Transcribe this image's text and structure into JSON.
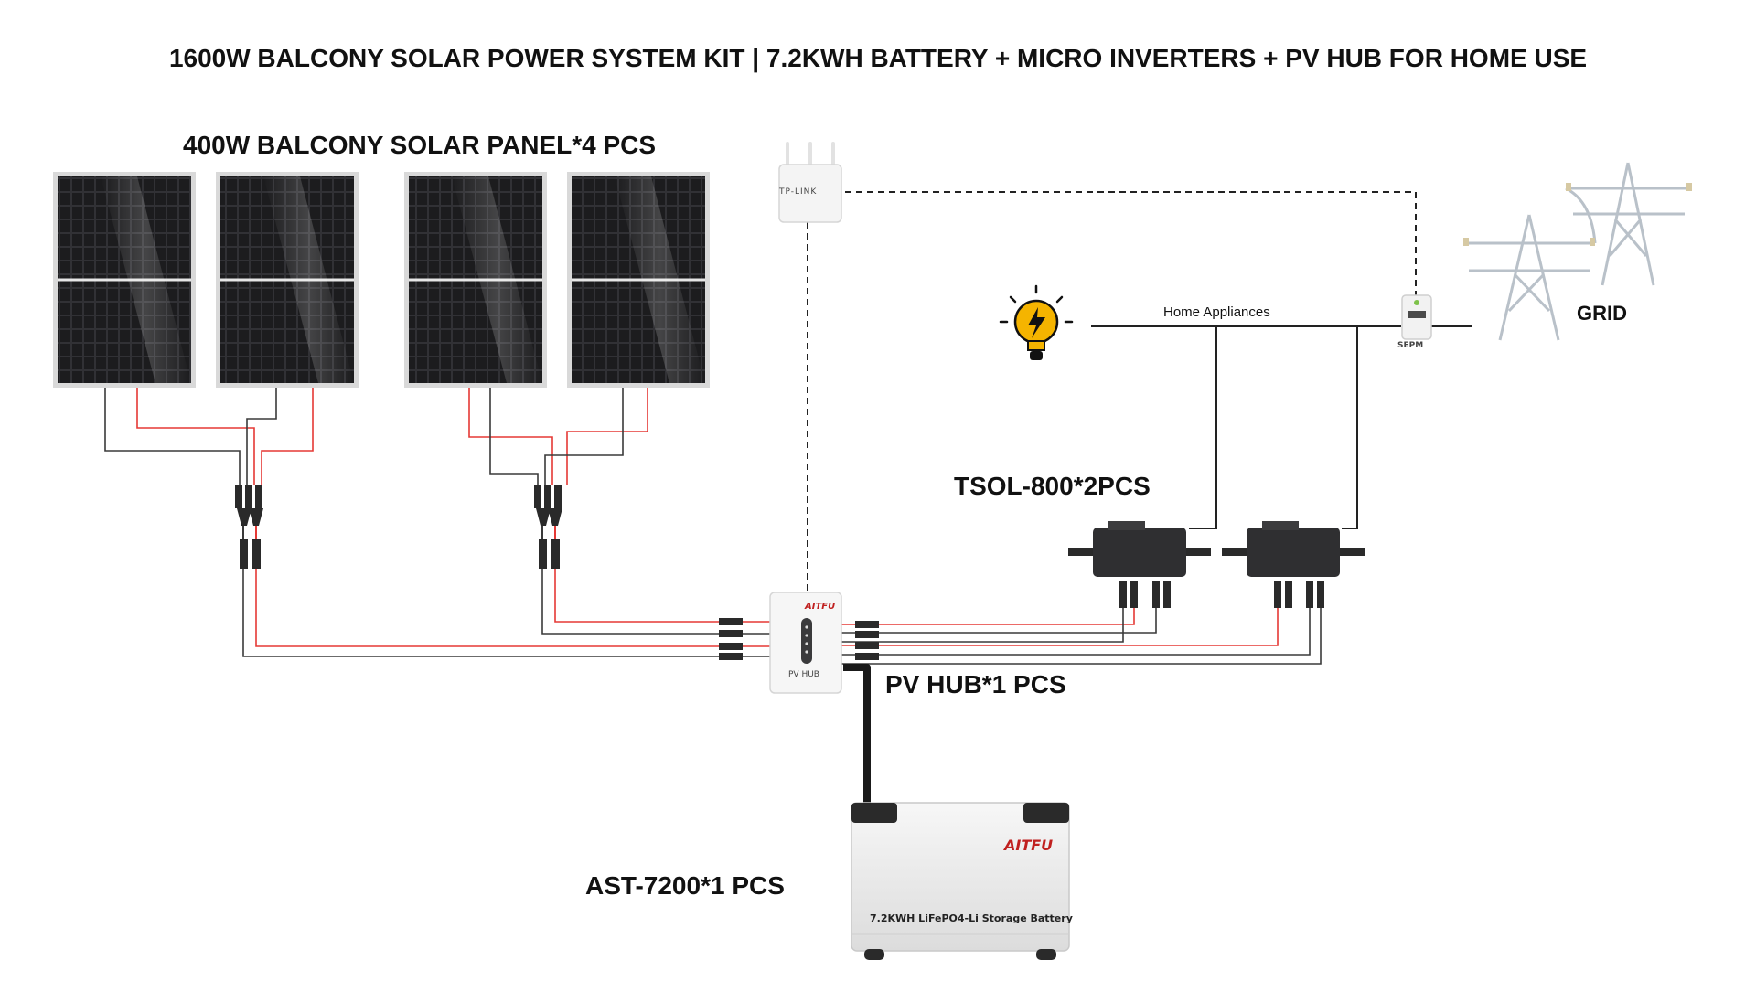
{
  "title": "1600W BALCONY SOLAR POWER SYSTEM KIT | 7.2KWH BATTERY +  MICRO INVERTERS + PV HUB FOR HOME USE",
  "labels": {
    "panels": "400W BALCONY SOLAR PANEL*4 PCS",
    "inverters": "TSOL-800*2PCS",
    "pv_hub": "PV HUB*1 PCS",
    "battery": "AST-7200*1 PCS",
    "grid": "GRID",
    "home_appliances": "Home Appliances"
  },
  "device_text": {
    "router": "TP-LINK",
    "meter": "SEPM",
    "hub": "PV HUB",
    "battery": "7.2KWH LiFePO4-Li Storage Battery"
  },
  "brand": "AITFU",
  "colors": {
    "dc_positive": "#e53935",
    "dc_negative": "#3a3a3a",
    "ac_line": "#222222",
    "data_link": "#222222",
    "panel_cell": "#1c1c1e",
    "brand": "#c0201f",
    "bulb": "#f5b400"
  },
  "icons": [
    "solar-panel-icon",
    "router-icon",
    "lightbulb-icon",
    "smart-meter-icon",
    "transmission-tower-icon",
    "micro-inverter-icon",
    "pv-hub-icon",
    "battery-icon",
    "mc4-connector-icon"
  ]
}
